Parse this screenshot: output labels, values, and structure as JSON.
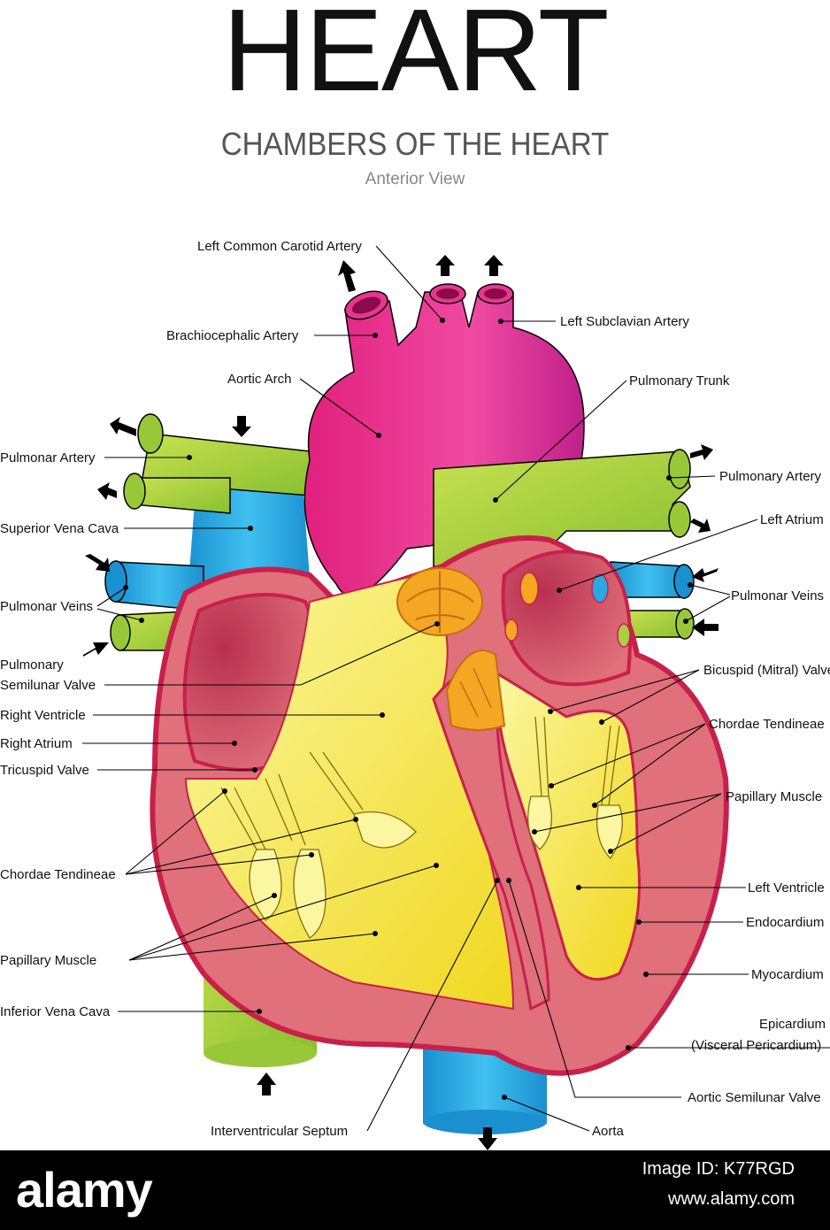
{
  "header": {
    "title": "HEART",
    "subtitle": "CHAMBERS OF THE HEART",
    "view": "Anterior View"
  },
  "labels": {
    "left_common_carotid_artery": "Left Common Carotid Artery",
    "brachiocephalic_artery": "Brachiocephalic Artery",
    "left_subclavian_artery": "Left Subclavian Artery",
    "aortic_arch": "Aortic Arch",
    "pulmonary_trunk": "Pulmonary Trunk",
    "pulmonar_artery_left": "Pulmonar Artery",
    "pulmonary_artery_right": "Pulmonary Artery",
    "superior_vena_cava": "Superior Vena Cava",
    "left_atrium": "Left Atrium",
    "pulmonar_veins_left": "Pulmonar Veins",
    "pulmonar_veins_right": "Pulmonar Veins",
    "pulmonary_semilunar_valve_line1": "Pulmonary",
    "pulmonary_semilunar_valve_line2": "Semilunar Valve",
    "bicuspid_mitral_valve": "Bicuspid (Mitral) Valve",
    "right_ventricle": "Right Ventricle",
    "chordae_tendineae_right": "Chordae Tendineae",
    "right_atrium": "Right Atrium",
    "tricuspid_valve": "Tricuspid Valve",
    "papillary_muscle_right": "Papillary Muscle",
    "chordae_tendineae_left": "Chordae Tendineae",
    "left_ventricle": "Left Ventricle",
    "endocardium": "Endocardium",
    "papillary_muscle_left": "Papillary Muscle",
    "myocardium": "Myocardium",
    "inferior_vena_cava": "Inferior Vena Cava",
    "epicardium_line1": "Epicardium",
    "epicardium_line2": "(Visceral Pericardium)",
    "aortic_semilunar_valve": "Aortic Semilunar Valve",
    "interventricular_septum": "Interventricular Septum",
    "aorta": "Aorta"
  },
  "footer": {
    "logo": "alamy",
    "image_id": "Image ID: K77RGD",
    "url": "www.alamy.com"
  },
  "colors": {
    "aorta": "#e8368f",
    "pulmonary": "#a8d040",
    "vena_cava": "#2aa8e0",
    "myocardium": "#e0707a",
    "chamber": "#f2ee60",
    "valve": "#f5a623"
  }
}
